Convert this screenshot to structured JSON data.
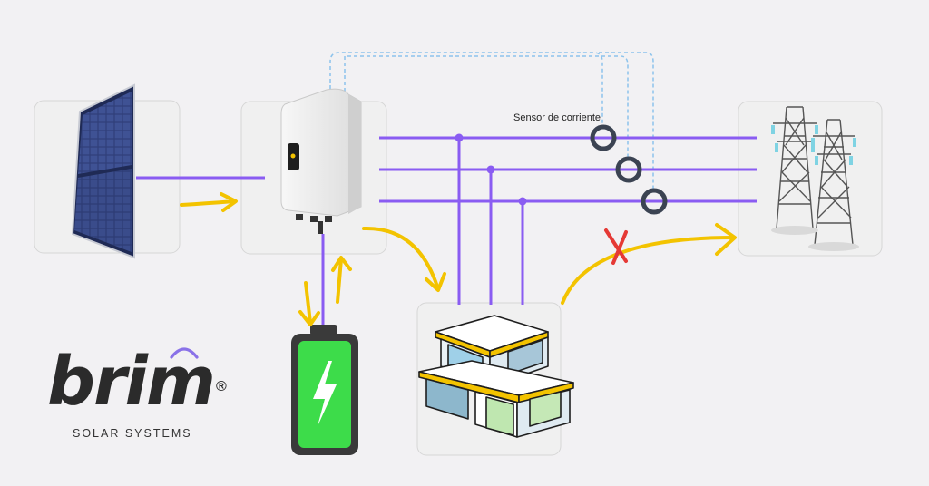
{
  "labels": {
    "sensor": "Sensor de corriente"
  },
  "brand": {
    "name": "brim",
    "registered": "®",
    "tagline": "SOLAR SYSTEMS"
  },
  "colors": {
    "line_purple": "#8a5cf2",
    "flow_yellow": "#f3c300",
    "sensor_dashed": "#8dc3ec",
    "sensor_ring": "#3b4352",
    "cross_red": "#e53935",
    "battery_green": "#3ddc4a",
    "battery_body": "#3a3a3a",
    "brand_arc": "#8a72e8"
  },
  "icons": {
    "solar_panel": "solar-panel-icon",
    "inverter": "inverter-icon",
    "battery": "battery-charging-icon",
    "house": "house-icon",
    "grid": "power-tower-icon",
    "sensor": "current-sensor-icon",
    "blocked": "cross-mark-icon"
  }
}
